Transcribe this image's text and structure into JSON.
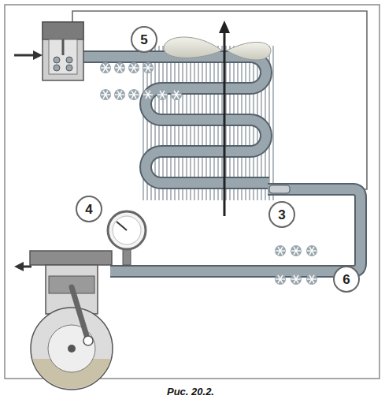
{
  "diagram": {
    "caption": "Рис. 20.2.",
    "labels": [
      "5",
      "4",
      "3",
      "6"
    ]
  }
}
